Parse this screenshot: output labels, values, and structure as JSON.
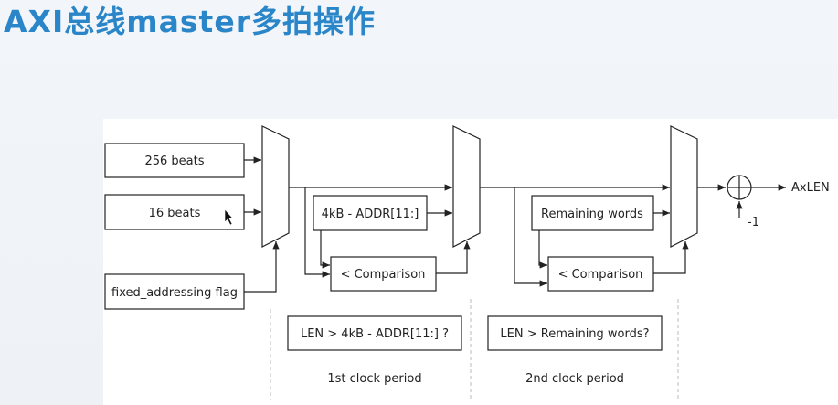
{
  "slide": {
    "title": "AXI总线master多拍操作"
  },
  "diagram": {
    "inputs": {
      "beats_256": "256 beats",
      "beats_16": "16 beats",
      "fixed_flag": "fixed_addressing flag"
    },
    "stage1": {
      "addr_box": "4kB - ADDR[11:]",
      "compare": "< Comparison",
      "condition": "LEN > 4kB - ADDR[11:] ?",
      "period": "1st clock period"
    },
    "stage2": {
      "remaining_box": "Remaining words",
      "compare": "< Comparison",
      "condition": "LEN > Remaining words?",
      "period": "2nd clock period"
    },
    "output": {
      "adder_input": "-1",
      "signal": "AxLEN"
    }
  }
}
